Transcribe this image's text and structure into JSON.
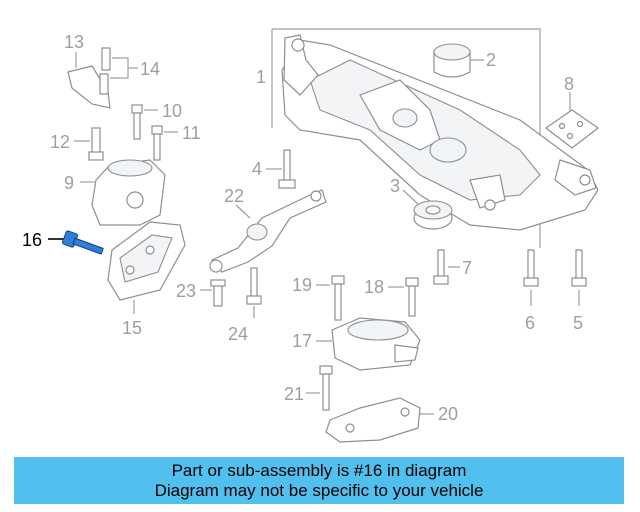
{
  "banner": {
    "line1": "Part or sub-assembly is #16 in diagram",
    "line2": "Diagram may not be specific to your vehicle",
    "color": "#52c0ee"
  },
  "diagram": {
    "highlight_color": "#2f7fd8",
    "highlighted_callout": "16",
    "callouts": {
      "c1": "1",
      "c2": "2",
      "c3": "3",
      "c4": "4",
      "c5": "5",
      "c6": "6",
      "c7": "7",
      "c8": "8",
      "c9": "9",
      "c10": "10",
      "c11": "11",
      "c12": "12",
      "c13": "13",
      "c14": "14",
      "c15": "15",
      "c16": "16",
      "c17": "17",
      "c18": "18",
      "c19": "19",
      "c20": "20",
      "c21": "21",
      "c22": "22",
      "c23": "23",
      "c24": "24"
    }
  }
}
